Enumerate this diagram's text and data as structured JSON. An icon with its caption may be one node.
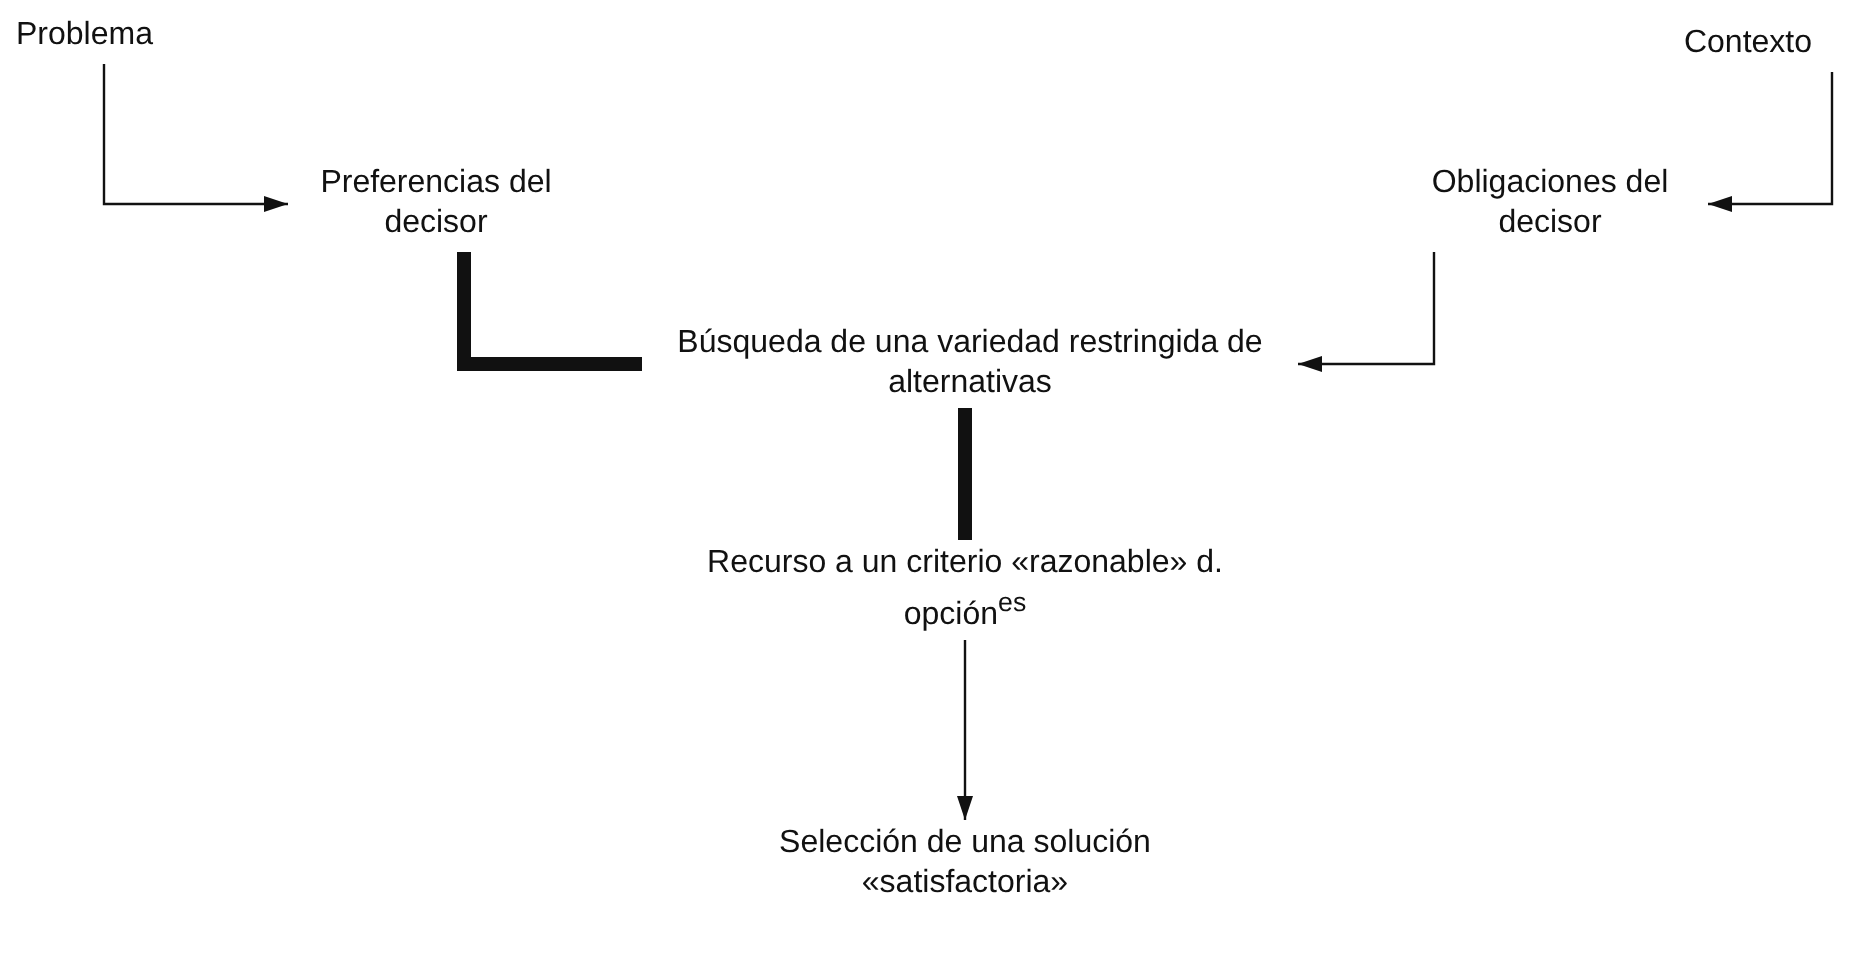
{
  "diagram": {
    "nodes": [
      {
        "text": [
          "Problema"
        ]
      },
      {
        "text": [
          "Preferencias del decisor"
        ]
      },
      {
        "text": [
          "Contexto"
        ]
      },
      {
        "text": [
          "Obligaciones del decisor"
        ]
      },
      {
        "text": [
          "Búsqueda de una variedad restringida de alternativas"
        ]
      },
      {
        "text": [
          "Recurso a un criterio «razonable» d. opción$^{es}$"
        ]
      },
      {
        "text": [
          "Selección de una solución «satisfactoria»"
        ]
      }
    ],
    "edges": [
      {
        "from": 0,
        "to": 1,
        "arrow": "to"
      },
      {
        "from": 2,
        "to": 3,
        "arrow": "to"
      },
      {
        "from": 3,
        "to": 4,
        "arrow": "to"
      },
      {
        "from": 1,
        "to": 4,
        "arrow": "none",
        "style": "thick"
      },
      {
        "from": 4,
        "to": 5,
        "arrow": "none",
        "style": "thick"
      },
      {
        "from": 5,
        "to": 6,
        "arrow": "to"
      }
    ]
  }
}
